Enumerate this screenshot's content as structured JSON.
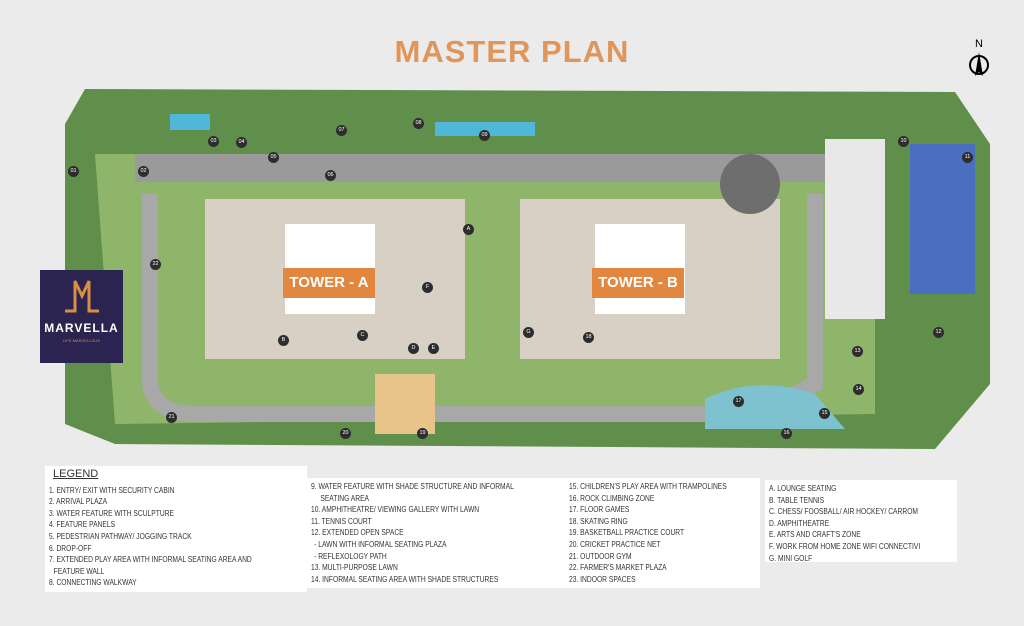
{
  "title": "MASTER PLAN",
  "north": "N",
  "logo": {
    "name": "MARVELLA",
    "tagline": "LIFE MARVELLOUS"
  },
  "towers": [
    "TOWER - A",
    "TOWER - B"
  ],
  "markers": [
    "01",
    "02",
    "03",
    "04",
    "05",
    "06",
    "07",
    "08",
    "09",
    "10",
    "11",
    "12",
    "13",
    "14",
    "15",
    "16",
    "17",
    "18",
    "19",
    "20",
    "21",
    "22",
    "A",
    "B",
    "C",
    "D",
    "E",
    "F",
    "G"
  ],
  "legend": {
    "title": "LEGEND",
    "col1": [
      "1.  ENTRY/ EXIT WITH SECURITY CABIN",
      "2.  ARRIVAL PLAZA",
      "3.  WATER FEATURE WITH SCULPTURE",
      "4.  FEATURE PANELS",
      "5.  PEDESTRIAN PATHWAY/ JOGGING TRACK",
      "6.  DROP-OFF",
      "7.  EXTENDED PLAY AREA WITH INFORMAL SEATING AREA AND",
      "FEATURE WALL",
      "8.  CONNECTING WALKWAY"
    ],
    "col2": [
      "9.  WATER FEATURE WITH SHADE STRUCTURE AND INFORMAL",
      "SEATING AREA",
      "10. AMPHITHEATRE/ VIEWING GALLERY WITH LAWN",
      "11. TENNIS COURT",
      "12. EXTENDED OPEN SPACE",
      "- LAWN WITH INFORMAL SEATING PLAZA",
      "- REFLEXOLOGY PATH",
      "13. MULTI-PURPOSE LAWN",
      "14. INFORMAL SEATING AREA WITH SHADE STRUCTURES"
    ],
    "col3": [
      "15. CHILDREN'S PLAY AREA WITH TRAMPOLINES",
      "16. ROCK CLIMBING ZONE",
      "17. FLOOR GAMES",
      "18. SKATING RING",
      "19. BASKETBALL PRACTICE COURT",
      "20. CRICKET PRACTICE NET",
      "21. OUTDOOR GYM",
      "22. FARMER'S MARKET PLAZA",
      "23. INDOOR SPACES"
    ],
    "col4": [
      "A. LOUNGE SEATING",
      "B. TABLE TENNIS",
      "C. CHESS/ FOOSBALL/ AIR HOCKEY/ CARROM",
      "D. AMPHITHEATRE",
      "E. ARTS AND CRAFT'S ZONE",
      "F. WORK FROM HOME ZONE WIFI CONNECTIVI",
      "G. MINI GOLF"
    ]
  }
}
